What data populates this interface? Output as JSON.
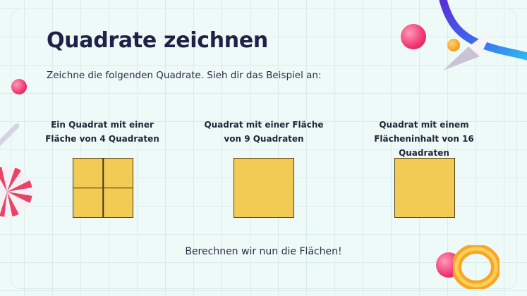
{
  "slide": {
    "title": "Quadrate zeichnen",
    "instruction": "Zeichne die folgenden Quadrate. Sieh dir das Beispiel an:",
    "tasks": [
      {
        "label": "Ein Quadrat mit einer Fläche von 4 Quadraten",
        "squares": 4,
        "example": true
      },
      {
        "label": "Quadrat mit einer Fläche von 9 Quadraten",
        "squares": 9,
        "example": false
      },
      {
        "label": "Quadrat mit einem Flächeninhalt von 16 Quadraten",
        "squares": 16,
        "example": false
      }
    ],
    "footer": "Berechnen wir nun die Flächen!"
  },
  "colors": {
    "background": "#eefaf8",
    "square_fill": "#f2cb54",
    "square_border": "#4b3a17",
    "title": "#1e2246"
  }
}
